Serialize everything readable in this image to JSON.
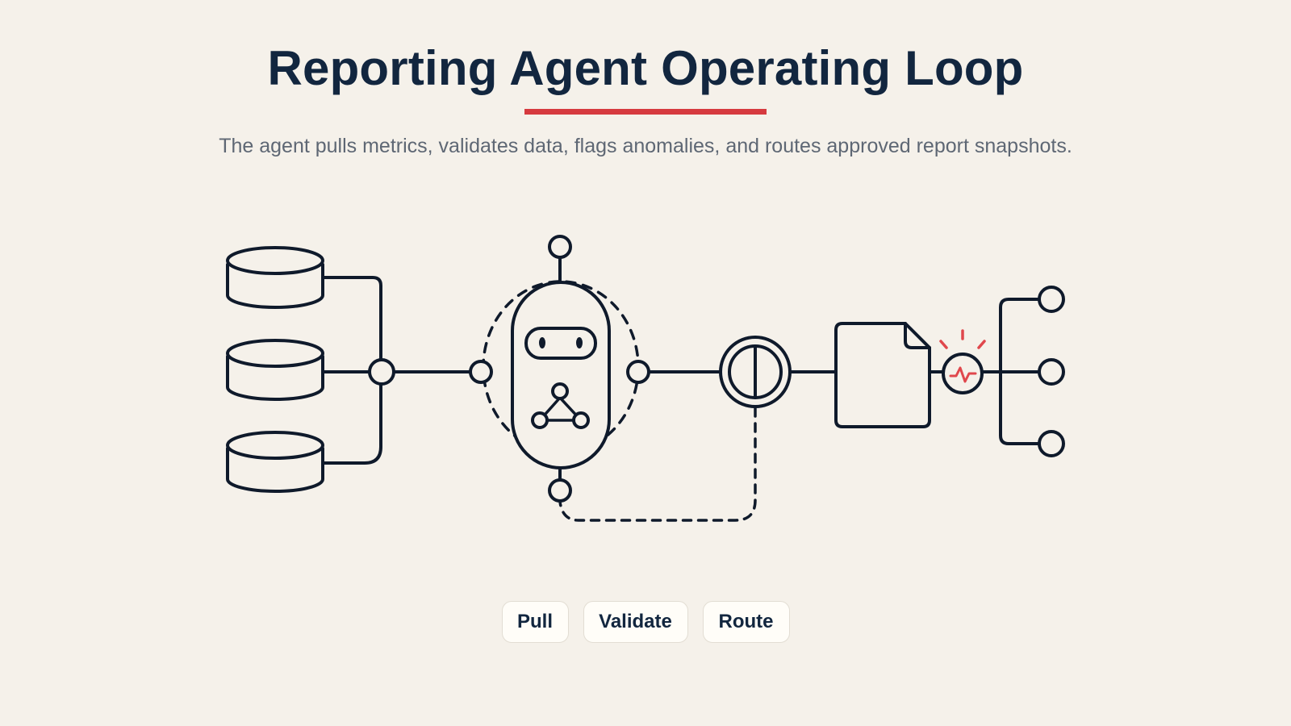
{
  "header": {
    "title": "Reporting Agent Operating Loop",
    "subtitle": "The agent pulls metrics, validates data, flags anomalies, and routes approved report snapshots."
  },
  "diagram": {
    "icons": [
      "database-icon",
      "database-icon",
      "database-icon",
      "robot-agent-icon",
      "validation-gate-icon",
      "report-document-icon",
      "anomaly-alert-icon",
      "output-node-icon"
    ]
  },
  "steps": [
    {
      "label": "Pull"
    },
    {
      "label": "Validate"
    },
    {
      "label": "Route"
    }
  ],
  "colors": {
    "background": "#f5f1ea",
    "ink": "#0f1a2b",
    "title": "#12263f",
    "accent": "#d63a3f",
    "alert": "#e0474c",
    "muted": "#5e6774"
  }
}
